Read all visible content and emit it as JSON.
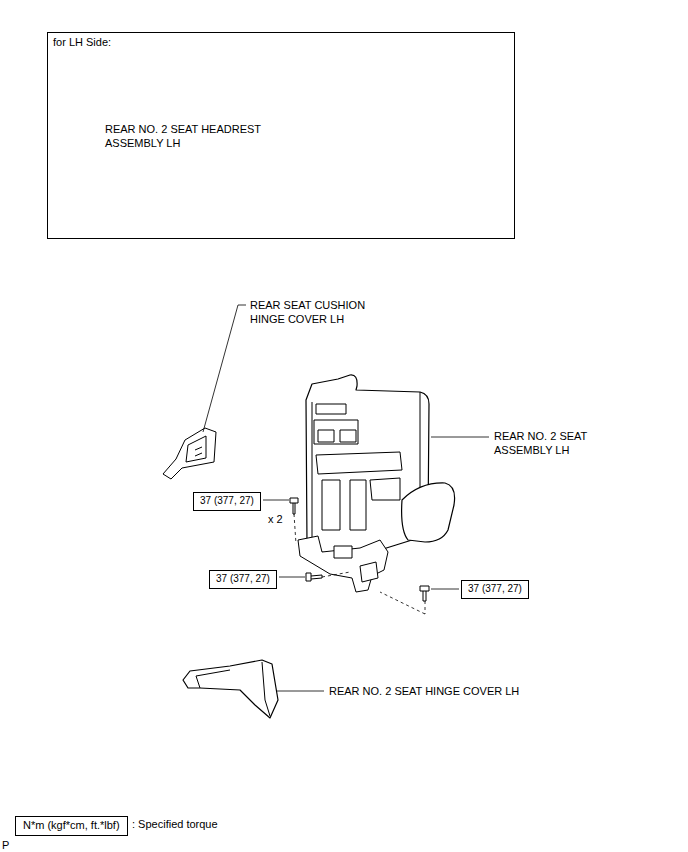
{
  "diagram": {
    "nodes": [
      {
        "text": [
          "for LH Side:"
        ]
      },
      {
        "text": [
          "37 (377, 27)"
        ]
      },
      {
        "text": [
          "37 (377, 27)"
        ]
      },
      {
        "text": [
          "37 (377, 27)"
        ]
      },
      {
        "text": [
          "N*m (kgf*cm, ft.*lbf)"
        ]
      }
    ],
    "labels": [
      "REAR NO. 2 SEAT HEADREST ASSEMBLY LH",
      "REAR SEAT CUSHION HINGE COVER LH",
      "REAR NO. 2 SEAT ASSEMBLY LH",
      "x 2",
      "REAR NO. 2 SEAT HINGE COVER LH",
      ": Specified torque",
      "P"
    ]
  }
}
